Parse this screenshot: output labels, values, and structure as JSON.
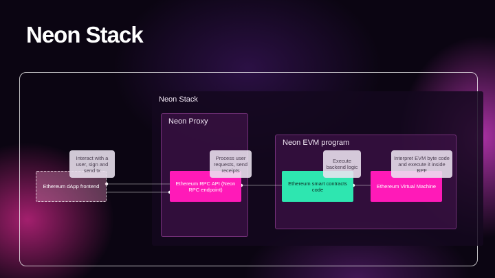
{
  "title": "Neon Stack",
  "panels": {
    "stack": "Neon Stack",
    "proxy": "Neon Proxy",
    "evm": "Neon EVM program"
  },
  "nodes": {
    "dapp": "Ethereum dApp frontend",
    "rpc": "Ethereum RPC API (Neon RPC endpoint)",
    "contracts": "Ethereum smart contracts code",
    "vm": "Ethereum Virtual Machine"
  },
  "notes": {
    "dapp": "Interact with a user, sign and send tx",
    "proxy": "Process user requests, send receipts",
    "contracts": "Execute backend logic",
    "vm": "Interpret EVM byte code and execute it inside BPF"
  },
  "colors": {
    "background": "#0b0512",
    "node_pink": "#ff1ab8",
    "node_green": "#2ee6b0",
    "note_bg": "#ece4f0"
  }
}
